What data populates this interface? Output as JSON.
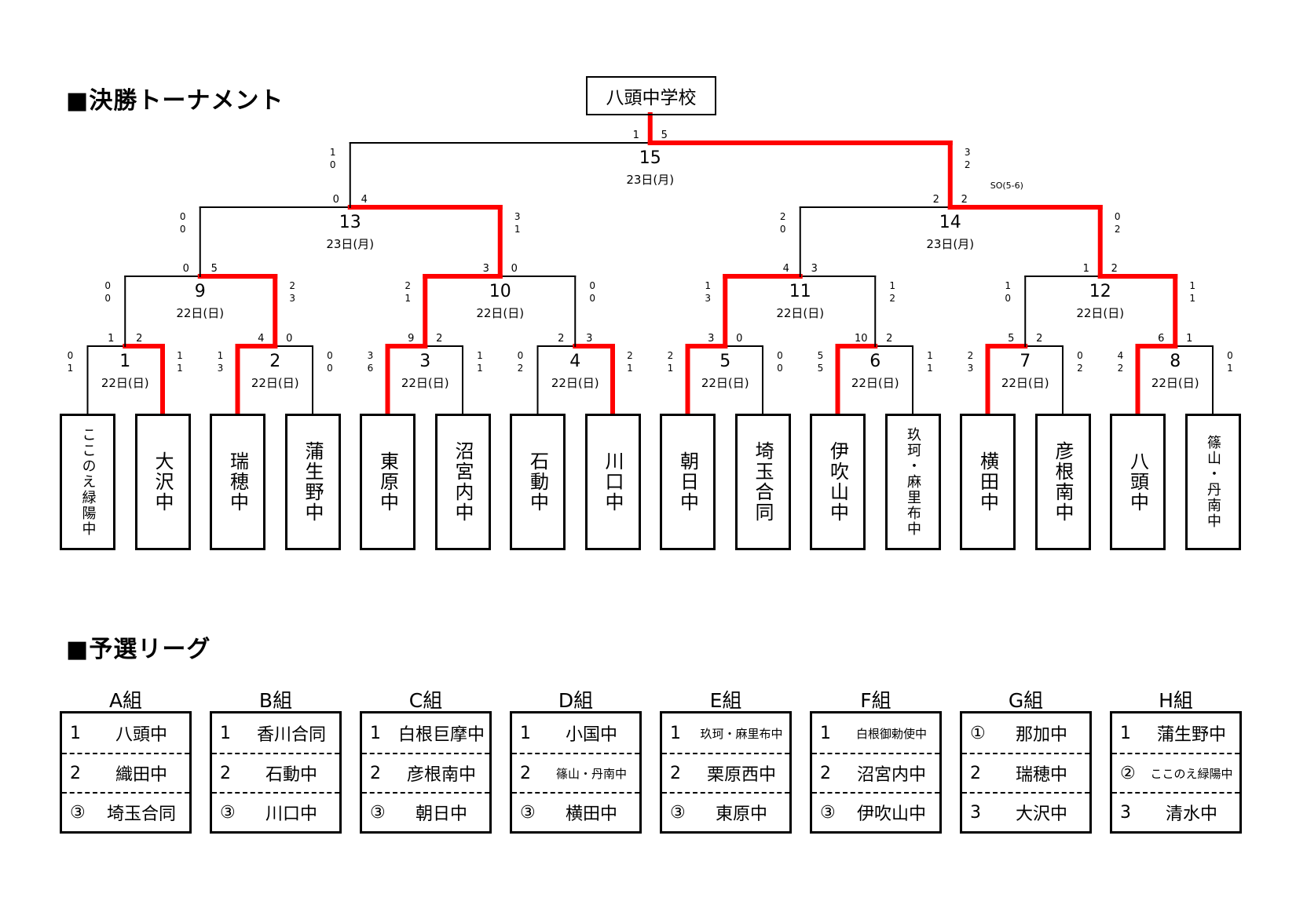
{
  "headings": {
    "tournament": "■決勝トーナメント",
    "league": "■予選リーグ"
  },
  "champion": "八頭中学校",
  "teams": [
    {
      "name": "ここのえ緑陽中",
      "small": true
    },
    {
      "name": "大沢中"
    },
    {
      "name": "瑞穂中"
    },
    {
      "name": "蒲生野中"
    },
    {
      "name": "東原中"
    },
    {
      "name": "沼宮内中"
    },
    {
      "name": "石動中"
    },
    {
      "name": "川口中"
    },
    {
      "name": "朝日中"
    },
    {
      "name": "埼玉合同"
    },
    {
      "name": "伊吹山中"
    },
    {
      "name": "玖珂・麻里布中",
      "small": true
    },
    {
      "name": "横田中"
    },
    {
      "name": "彦根南中"
    },
    {
      "name": "八頭中"
    },
    {
      "name": "篠山・丹南中",
      "small": true
    }
  ],
  "matches": [
    {
      "no": "1",
      "date": "22日(日)",
      "score_left": "1",
      "score_right": "2",
      "half_left": [
        "0",
        "1"
      ],
      "half_right": [
        "1",
        "1"
      ],
      "winner": "right"
    },
    {
      "no": "2",
      "date": "22日(日)",
      "score_left": "4",
      "score_right": "0",
      "half_left": [
        "1",
        "3"
      ],
      "half_right": [
        "0",
        "0"
      ],
      "winner": "left"
    },
    {
      "no": "3",
      "date": "22日(日)",
      "score_left": "9",
      "score_right": "2",
      "half_left": [
        "3",
        "6"
      ],
      "half_right": [
        "1",
        "1"
      ],
      "winner": "left"
    },
    {
      "no": "4",
      "date": "22日(日)",
      "score_left": "2",
      "score_right": "3",
      "half_left": [
        "0",
        "2"
      ],
      "half_right": [
        "2",
        "1"
      ],
      "winner": "right"
    },
    {
      "no": "5",
      "date": "22日(日)",
      "score_left": "3",
      "score_right": "0",
      "half_left": [
        "2",
        "1"
      ],
      "half_right": [
        "0",
        "0"
      ],
      "winner": "left"
    },
    {
      "no": "6",
      "date": "22日(日)",
      "score_left": "10",
      "score_right": "2",
      "half_left": [
        "5",
        "5"
      ],
      "half_right": [
        "1",
        "1"
      ],
      "winner": "left"
    },
    {
      "no": "7",
      "date": "22日(日)",
      "score_left": "5",
      "score_right": "2",
      "half_left": [
        "2",
        "3"
      ],
      "half_right": [
        "0",
        "2"
      ],
      "winner": "left"
    },
    {
      "no": "8",
      "date": "22日(日)",
      "score_left": "6",
      "score_right": "1",
      "half_left": [
        "4",
        "2"
      ],
      "half_right": [
        "0",
        "1"
      ],
      "winner": "left"
    },
    {
      "no": "9",
      "date": "22日(日)",
      "score_left": "0",
      "score_right": "5",
      "half_left": [
        "0",
        "0"
      ],
      "half_right": [
        "2",
        "3"
      ],
      "winner": "right"
    },
    {
      "no": "10",
      "date": "22日(日)",
      "score_left": "3",
      "score_right": "0",
      "half_left": [
        "2",
        "1"
      ],
      "half_right": [
        "0",
        "0"
      ],
      "winner": "left"
    },
    {
      "no": "11",
      "date": "22日(日)",
      "score_left": "4",
      "score_right": "3",
      "half_left": [
        "1",
        "3"
      ],
      "half_right": [
        "1",
        "2"
      ],
      "winner": "left"
    },
    {
      "no": "12",
      "date": "22日(日)",
      "score_left": "1",
      "score_right": "2",
      "half_left": [
        "1",
        "0"
      ],
      "half_right": [
        "1",
        "1"
      ],
      "winner": "right"
    },
    {
      "no": "13",
      "date": "23日(月)",
      "score_left": "0",
      "score_right": "4",
      "half_left": [
        "0",
        "0"
      ],
      "half_right": [
        "3",
        "1"
      ],
      "winner": "right"
    },
    {
      "no": "14",
      "date": "23日(月)",
      "score_left": "2",
      "score_right": "2",
      "half_left": [
        "2",
        "0"
      ],
      "half_right": [
        "0",
        "2"
      ],
      "note": "SO(5-6)",
      "winner": "right"
    },
    {
      "no": "15",
      "date": "23日(月)",
      "score_left": "1",
      "score_right": "5",
      "half_left": [
        "1",
        "0"
      ],
      "half_right": [
        "3",
        "2"
      ],
      "winner": "right"
    }
  ],
  "groups": [
    {
      "title": "A組",
      "rows": [
        {
          "rank": "1",
          "name": "八頭中"
        },
        {
          "rank": "2",
          "name": "織田中"
        },
        {
          "rank": "③",
          "name": "埼玉合同"
        }
      ]
    },
    {
      "title": "B組",
      "rows": [
        {
          "rank": "1",
          "name": "香川合同"
        },
        {
          "rank": "2",
          "name": "石動中"
        },
        {
          "rank": "③",
          "name": "川口中"
        }
      ]
    },
    {
      "title": "C組",
      "rows": [
        {
          "rank": "1",
          "name": "白根巨摩中"
        },
        {
          "rank": "2",
          "name": "彦根南中"
        },
        {
          "rank": "③",
          "name": "朝日中"
        }
      ]
    },
    {
      "title": "D組",
      "rows": [
        {
          "rank": "1",
          "name": "小国中"
        },
        {
          "rank": "2",
          "name": "篠山・丹南中",
          "small": true
        },
        {
          "rank": "③",
          "name": "横田中"
        }
      ]
    },
    {
      "title": "E組",
      "rows": [
        {
          "rank": "1",
          "name": "玖珂・麻里布中",
          "small": true
        },
        {
          "rank": "2",
          "name": "栗原西中"
        },
        {
          "rank": "③",
          "name": "東原中"
        }
      ]
    },
    {
      "title": "F組",
      "rows": [
        {
          "rank": "1",
          "name": "白根御勅使中",
          "small": true
        },
        {
          "rank": "2",
          "name": "沼宮内中"
        },
        {
          "rank": "③",
          "name": "伊吹山中"
        }
      ]
    },
    {
      "title": "G組",
      "rows": [
        {
          "rank": "①",
          "name": "那加中"
        },
        {
          "rank": "2",
          "name": "瑞穂中"
        },
        {
          "rank": "3",
          "name": "大沢中"
        }
      ]
    },
    {
      "title": "H組",
      "rows": [
        {
          "rank": "1",
          "name": "蒲生野中"
        },
        {
          "rank": "②",
          "name": "ここのえ緑陽中",
          "small": true
        },
        {
          "rank": "3",
          "name": "清水中"
        }
      ]
    }
  ],
  "colors": {
    "winner_line": "#ff0000",
    "line": "#000000"
  }
}
